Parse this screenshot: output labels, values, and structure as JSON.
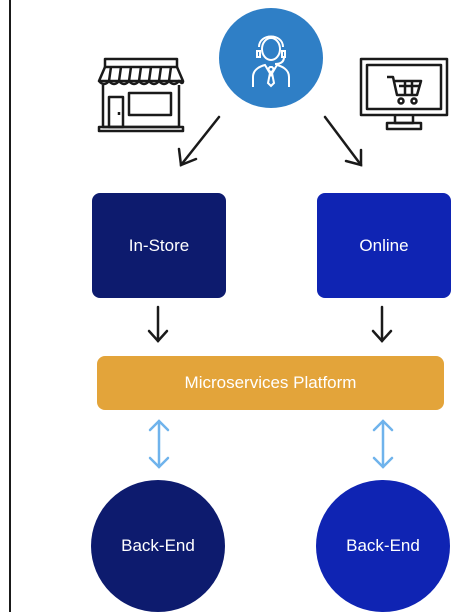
{
  "diagram": {
    "channels": {
      "instore_label": "In-Store",
      "online_label": "Online"
    },
    "platform_label": "Microservices Platform",
    "backends": [
      {
        "label": "Back-End"
      },
      {
        "label": "Back-End"
      }
    ],
    "icons": {
      "customer": "person-icon",
      "store": "storefront-icon",
      "online_shop": "monitor-cart-icon"
    },
    "colors": {
      "customer": "#2f7fc6",
      "instore": "#0d1b6e",
      "online": "#0f24b3",
      "platform": "#e3a43a",
      "bidirectional_arrow": "#6fb3ec"
    }
  }
}
